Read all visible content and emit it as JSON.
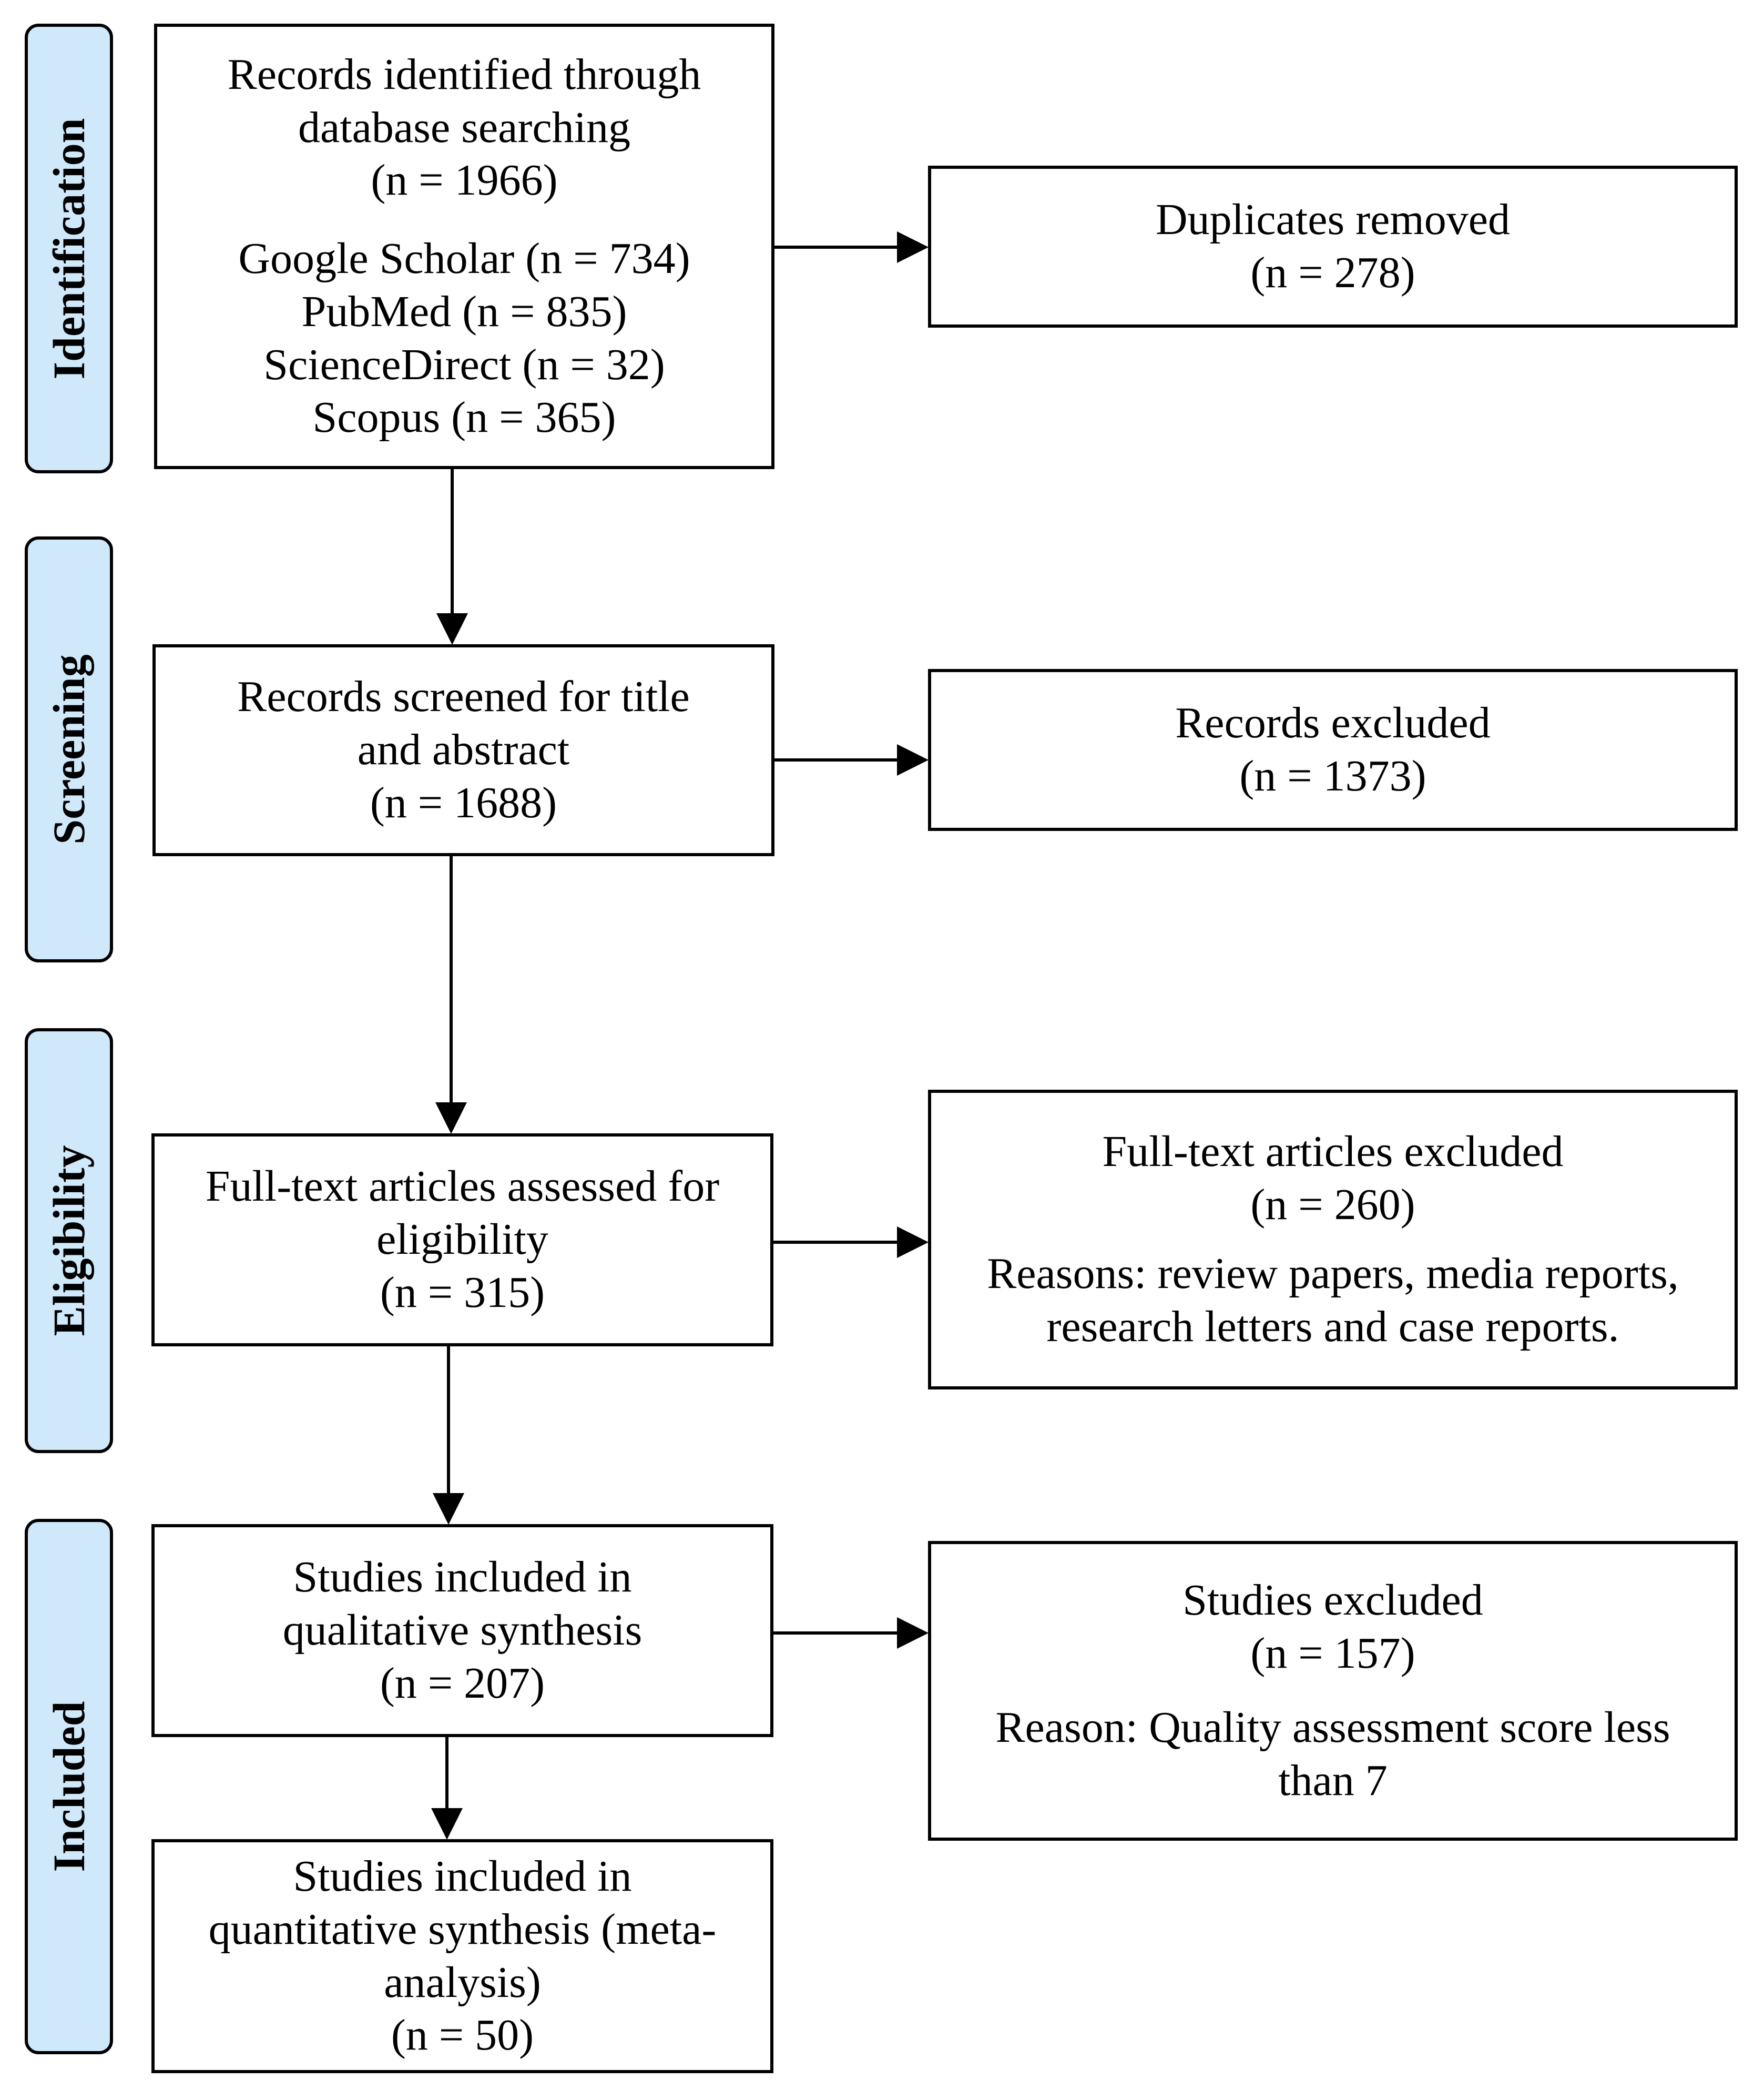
{
  "phases": {
    "identification": "Identification",
    "screening": "Screening",
    "eligibility": "Eligibility",
    "included": "Included"
  },
  "boxes": {
    "records_identified": {
      "line1": "Records identified through",
      "line2": "database searching",
      "line3": "(n = 1966)",
      "source1": "Google Scholar (n = 734)",
      "source2": "PubMed (n = 835)",
      "source3": "ScienceDirect (n = 32)",
      "source4": "Scopus (n = 365)"
    },
    "duplicates_removed": {
      "line1": "Duplicates removed",
      "line2": "(n = 278)"
    },
    "records_screened": {
      "line1": "Records screened for title",
      "line2": "and abstract",
      "line3": "(n = 1688)"
    },
    "records_excluded": {
      "line1": "Records excluded",
      "line2": "(n = 1373)"
    },
    "fulltext_assessed": {
      "line1": "Full-text articles assessed for",
      "line2": "eligibility",
      "line3": "(n = 315)"
    },
    "fulltext_excluded": {
      "line1": "Full-text articles excluded",
      "line2": "(n = 260)",
      "reason1": "Reasons: review papers, media reports,",
      "reason2": "research letters and case reports."
    },
    "qualitative": {
      "line1": "Studies included in",
      "line2": "qualitative synthesis",
      "line3": "(n = 207)"
    },
    "studies_excluded": {
      "line1": "Studies excluded",
      "line2": "(n = 157)",
      "reason1": "Reason: Quality assessment score less",
      "reason2": "than 7"
    },
    "quantitative": {
      "line1": "Studies included in",
      "line2": "quantitative synthesis (meta-",
      "line3": "analysis)",
      "line4": "(n = 50)"
    }
  }
}
